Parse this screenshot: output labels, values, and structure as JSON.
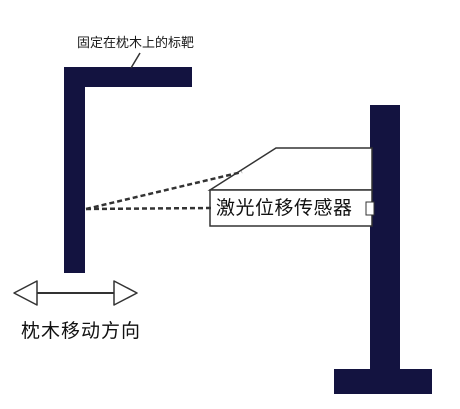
{
  "labels": {
    "target": "固定在枕木上的标靶",
    "sensor": "激光位移传感器",
    "direction": "枕木移动方向"
  },
  "colors": {
    "structure": "#131340",
    "outline": "#333333",
    "background": "#ffffff"
  }
}
